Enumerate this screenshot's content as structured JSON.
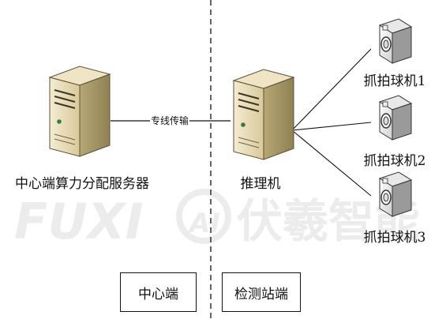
{
  "center_server_label": "中心端算力分配服务器",
  "link_label": "专线传输",
  "inference_label": "推理机",
  "cameras": [
    "抓拍球机1",
    "抓拍球机2",
    "抓拍球机3"
  ],
  "zone_center": "中心端",
  "zone_station": "检测站端",
  "watermark": {
    "latin": "FUXI",
    "logo": "AI",
    "cjk": "伏羲智能"
  }
}
